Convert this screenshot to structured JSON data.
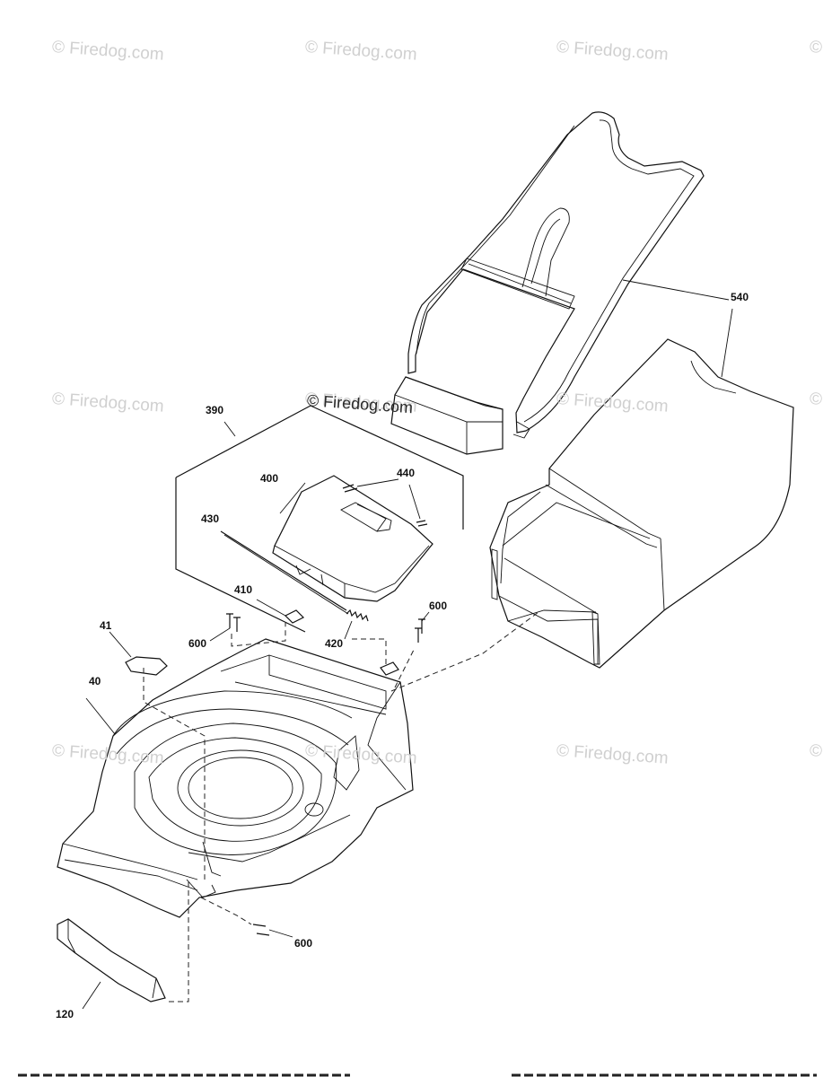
{
  "watermarks": [
    "© Firedog.com",
    "© Firedog.com",
    "© Firedog.com",
    "©",
    "© Firedog.com",
    "© Firedog.com",
    "© Firedog.com",
    "©",
    "© Firedog.com",
    "© Firedog.com",
    "© Firedog.com",
    "©"
  ],
  "center_watermark": "© Firedog.com",
  "callouts": {
    "c540": "540",
    "c390": "390",
    "c400": "400",
    "c440": "440",
    "c430": "430",
    "c410": "410",
    "c600a": "600",
    "c600b": "600",
    "c420": "420",
    "c41": "41",
    "c40": "40",
    "c600c": "600",
    "c120": "120"
  }
}
